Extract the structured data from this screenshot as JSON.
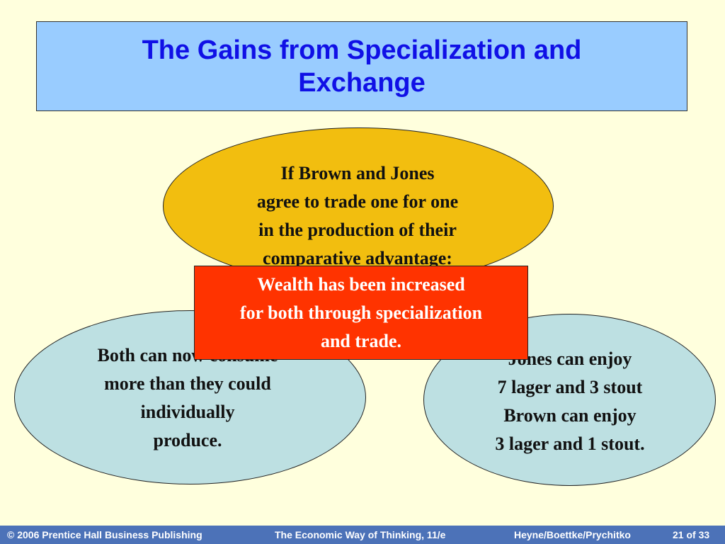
{
  "title": "The Gains from Specialization and Exchange",
  "top_ellipse": {
    "lines": [
      "If Brown and Jones",
      "agree to trade one for one",
      "in the production of their",
      "comparative advantage:"
    ]
  },
  "left_ellipse": {
    "lines": [
      "Both can now consume",
      "more than they could",
      "individually",
      "produce."
    ]
  },
  "right_ellipse": {
    "lines": [
      "Jones can enjoy",
      "7 lager and 3 stout",
      "Brown can enjoy",
      "3 lager and 1 stout."
    ]
  },
  "callout": {
    "lines": [
      "Wealth has been increased",
      "for both through specialization",
      "and trade."
    ]
  },
  "footer": {
    "copyright": "© 2006 Prentice Hall Business Publishing",
    "book": "The Economic Way of Thinking, 11/e",
    "authors": "Heyne/Boettke/Prychitko",
    "page": "21 of 33"
  },
  "colors": {
    "title_bg": "#99CCFF",
    "title_text": "#1010E6",
    "top_ellipse": "#F2BE0F",
    "side_ellipses": "#BDE0E2",
    "callout_bg": "#FF3300",
    "footer_bg": "#4C72B8",
    "background": "#FFFFDD"
  }
}
